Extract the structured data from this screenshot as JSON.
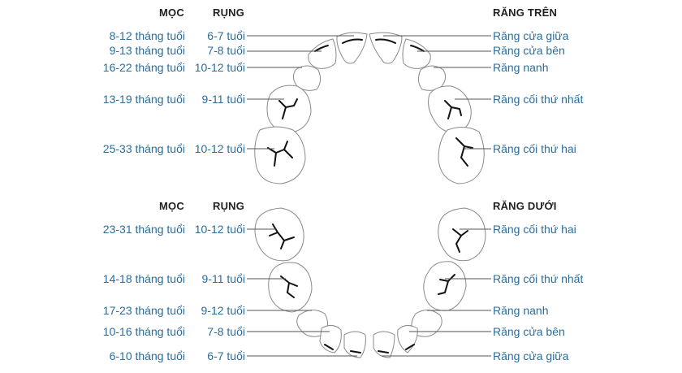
{
  "upper": {
    "header_erupt": "MỌC",
    "header_shed": "RỤNG",
    "header_title": "RĂNG TRÊN",
    "rows": [
      {
        "erupt": "8-12 tháng tuổi",
        "shed": "6-7 tuổi",
        "tooth": "Răng cửa giữa"
      },
      {
        "erupt": "9-13 tháng tuổi",
        "shed": "7-8 tuổi",
        "tooth": "Răng cửa bên"
      },
      {
        "erupt": "16-22 tháng tuổi",
        "shed": "10-12 tuổi",
        "tooth": "Răng nanh"
      },
      {
        "erupt": "13-19 tháng tuổi",
        "shed": "9-11 tuổi",
        "tooth": "Răng cối thứ nhất"
      },
      {
        "erupt": "25-33 tháng tuổi",
        "shed": "10-12 tuổi",
        "tooth": "Răng cối thứ hai"
      }
    ]
  },
  "lower": {
    "header_erupt": "MỌC",
    "header_shed": "RỤNG",
    "header_title": "RĂNG DƯỚI",
    "rows": [
      {
        "erupt": "23-31 tháng tuổi",
        "shed": "10-12 tuổi",
        "tooth": "Răng cối thứ hai"
      },
      {
        "erupt": "14-18 tháng tuổi",
        "shed": "9-11 tuổi",
        "tooth": "Răng cối thứ nhất"
      },
      {
        "erupt": "17-23 tháng tuổi",
        "shed": "9-12 tuổi",
        "tooth": "Răng nanh"
      },
      {
        "erupt": "10-16 tháng tuổi",
        "shed": "7-8 tuổi",
        "tooth": "Răng cửa bên"
      },
      {
        "erupt": "6-10 tháng tuổi",
        "shed": "6-7 tuổi",
        "tooth": "Răng cửa giữa"
      }
    ]
  },
  "colors": {
    "label": "#2b6d9b",
    "header": "#231f20",
    "outline": "#8a8a8a",
    "fissure": "#111111"
  }
}
